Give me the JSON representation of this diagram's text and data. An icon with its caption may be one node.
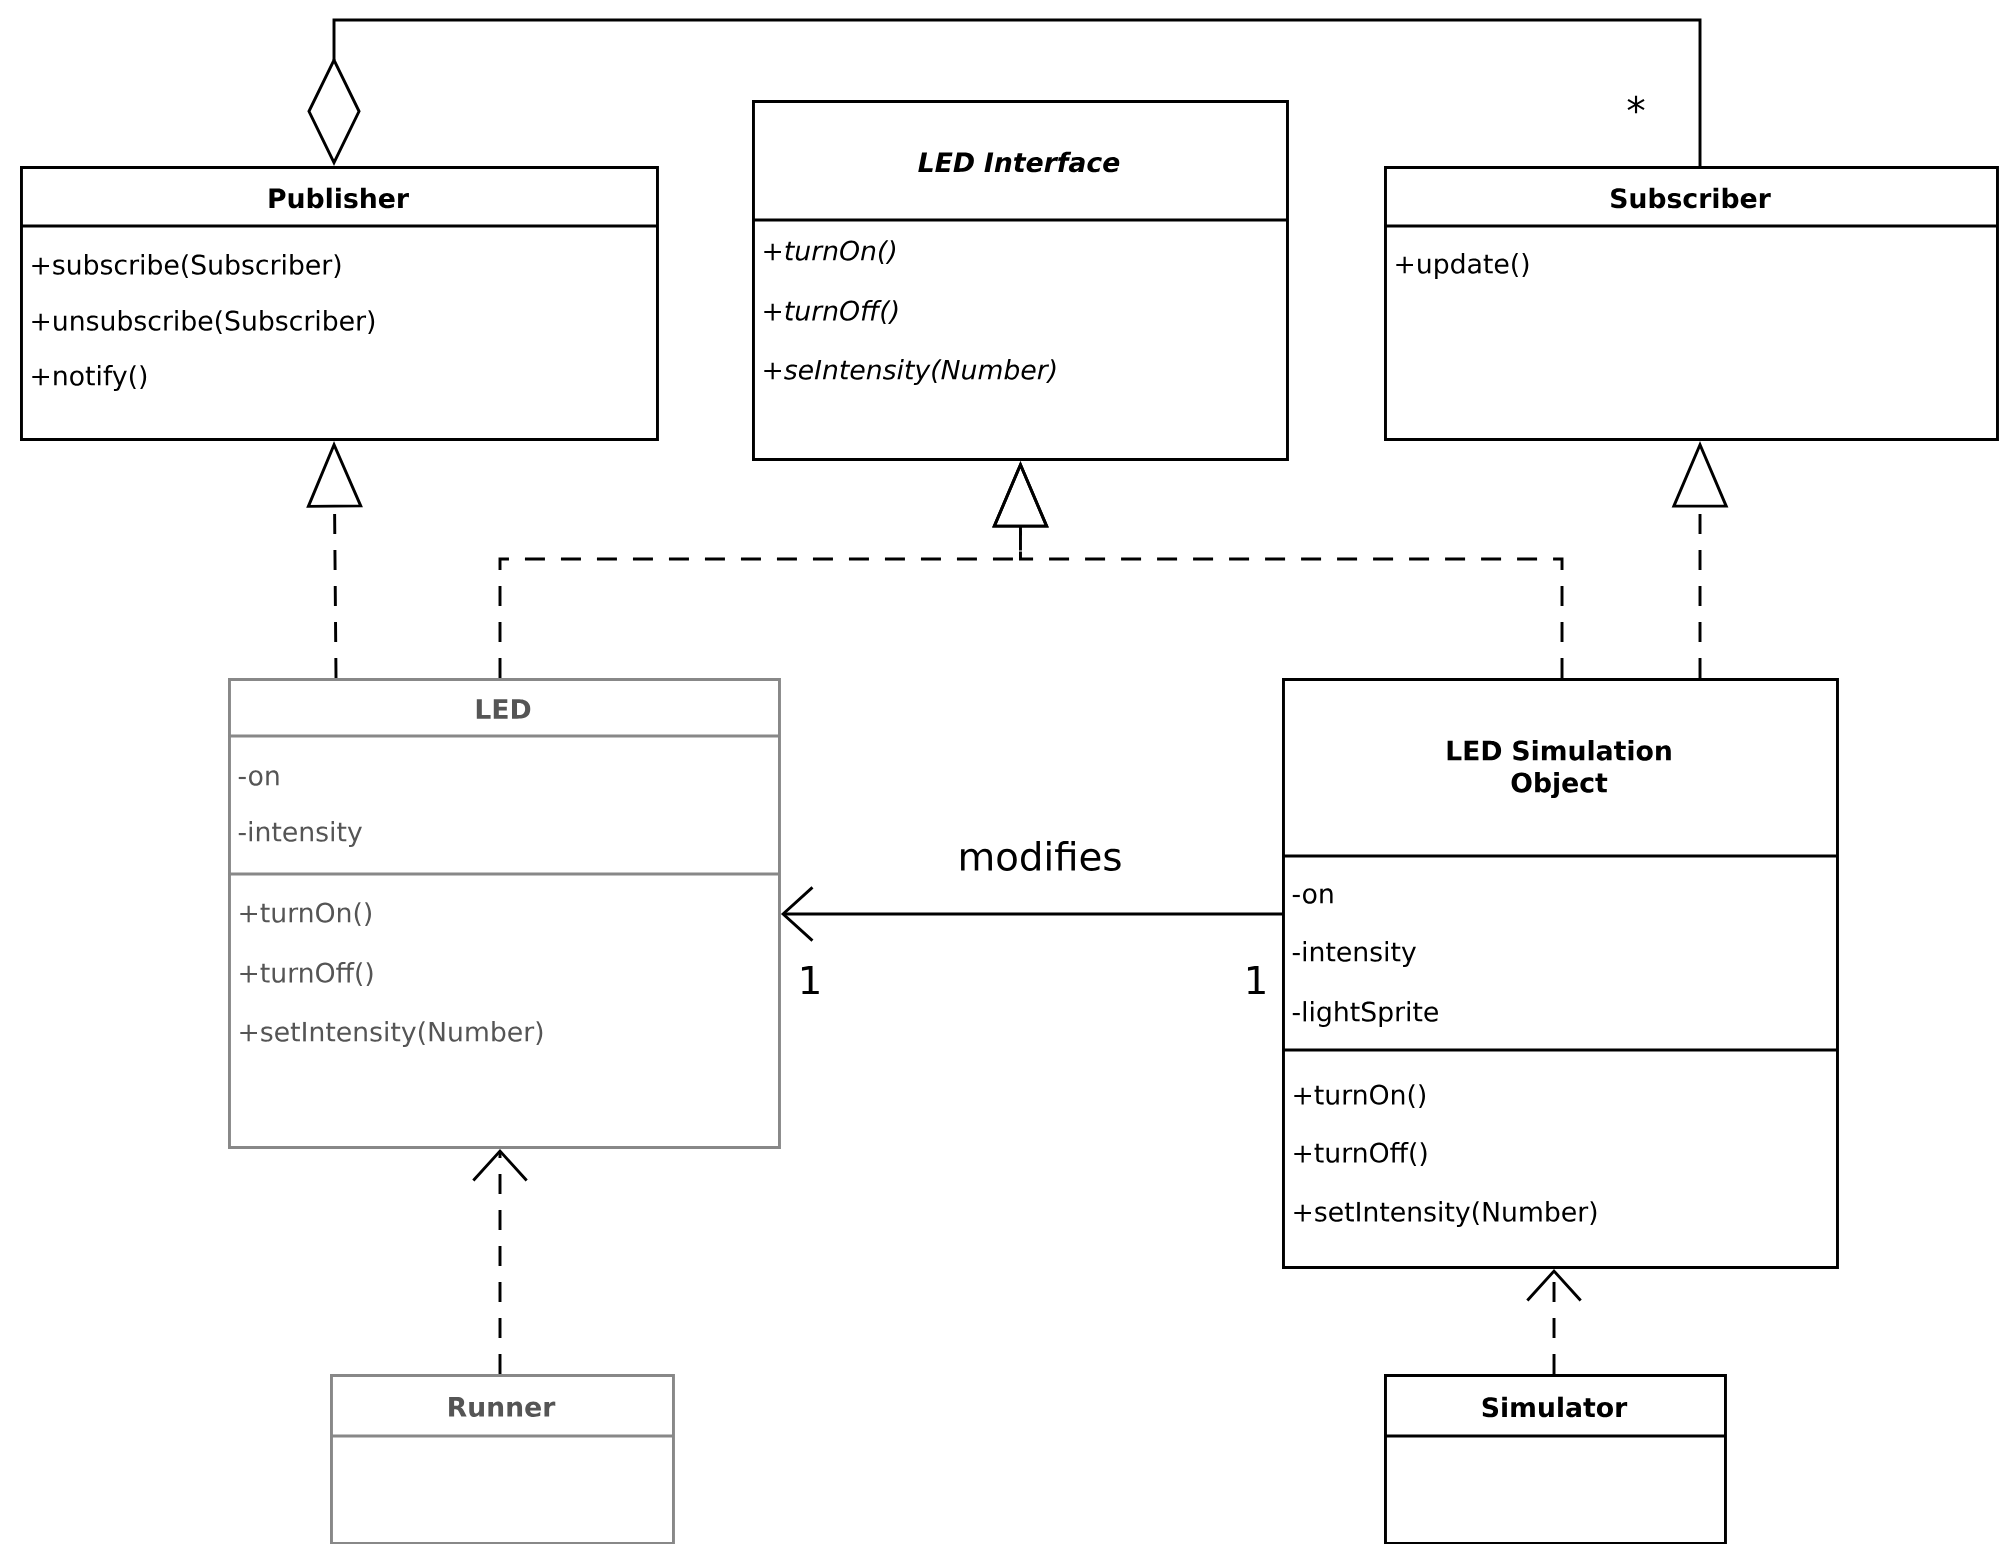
{
  "diagram": {
    "nodes": [
      {
        "text": [
          "Publisher",
          "+subscribe(Subscriber)",
          "+unsubscribe(Subscriber)",
          "+notify()"
        ]
      },
      {
        "text": [
          "LED Interface",
          "+turnOn()",
          "+turnOff()",
          "+seIntensity(Number)"
        ]
      },
      {
        "text": [
          "Subscriber",
          "+update()"
        ]
      },
      {
        "text": [
          "LED",
          "-on",
          "-intensity",
          "+turnOn()",
          "+turnOff()",
          "+setIntensity(Number)"
        ]
      },
      {
        "text": [
          "LED Simulation Object",
          "-on",
          "-intensity",
          "-lightSprite",
          "+turnOn()",
          "+turnOff()",
          "+setIntensity(Number)"
        ]
      },
      {
        "text": [
          "Runner"
        ]
      },
      {
        "text": [
          "Simulator"
        ]
      }
    ],
    "edges": [
      {
        "from": 0,
        "to": 2,
        "arrow": "other"
      },
      {
        "from": 3,
        "to": 0,
        "arrow": "to",
        "style": "dashed"
      },
      {
        "from": 3,
        "to": 1,
        "arrow": "to",
        "style": "dashed"
      },
      {
        "from": 4,
        "to": 1,
        "arrow": "to",
        "style": "dashed"
      },
      {
        "from": 4,
        "to": 2,
        "arrow": "to",
        "style": "dashed"
      },
      {
        "from": 4,
        "to": 3,
        "arrow": "to",
        "label": "modifies"
      },
      {
        "from": 5,
        "to": 3,
        "arrow": "to",
        "style": "dashed"
      },
      {
        "from": 6,
        "to": 4,
        "arrow": "to",
        "style": "dashed"
      }
    ],
    "labels": [
      "*",
      "1",
      "1"
    ]
  }
}
